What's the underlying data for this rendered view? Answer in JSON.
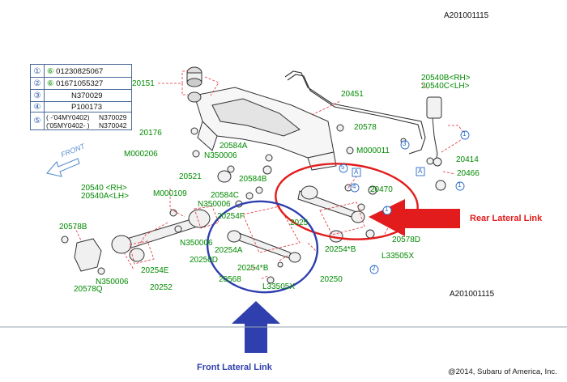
{
  "diagram_id_top": "A201001115",
  "diagram_id_bottom": "A201001115",
  "copyright": "@2014, Subaru of America, Inc.",
  "callouts": {
    "rear_lateral_link": "Rear Lateral Link",
    "front_lateral_link": "Front Lateral Link"
  },
  "legend": [
    {
      "num": "1",
      "sub": "6",
      "value": "01230825067"
    },
    {
      "num": "2",
      "sub": "6",
      "value": "01671055327"
    },
    {
      "num": "3",
      "sub": "",
      "value": "N370029"
    },
    {
      "num": "4",
      "sub": "",
      "value": "P100173"
    },
    {
      "num": "5",
      "sub": "",
      "row1_a": "( -'04MY0402)",
      "row1_b": "N370029",
      "row2_a": "('05MY0402- )",
      "row2_b": "N370042"
    }
  ],
  "front_arrow_label": "FRONT",
  "part_labels": {
    "p20151": "20151",
    "p20451": "20451",
    "p20540b": "20540B<RH>",
    "p20540c": "20540C<LH>",
    "p20176": "20176",
    "p20578a": "20578",
    "pm000206": "M000206",
    "p20584a": "20584A",
    "pn350006a": "N350006",
    "pm000011": "M000011",
    "p20414": "20414",
    "p20466": "20466",
    "p20521": "20521",
    "p20584b": "20584B",
    "p20470": "20470",
    "p20540": "20540 <RH>",
    "p20540a": "20540A<LH>",
    "pm000109": "M000109",
    "p20584c": "20584C",
    "pn350006b": "N350006",
    "p20254f": "20254F",
    "p20578b": "20578B",
    "p2025x": "2025",
    "p20578d": "20578D",
    "pn350006c": "N350006",
    "p20254a": "20254A",
    "p20254b": "20254*B",
    "pl33505x_r": "L33505X",
    "p20250d": "20250D",
    "p20254e": "20254E",
    "p20254b2": "20254*B",
    "pn350006d": "N350006",
    "p20568": "20568",
    "pl33505x_f": "L33505X",
    "p20250": "20250",
    "p20578q": "20578Q",
    "p20252": "20252"
  },
  "circle_refs": {
    "r1a": "1",
    "r1b": "1",
    "r1c": "1",
    "r2": "2",
    "r4": "4",
    "r5": "5",
    "r3": "3"
  },
  "square_refs": {
    "sa1": "A",
    "sa2": "A"
  },
  "colors": {
    "red_callout": "#e21c1c",
    "blue_callout": "#2f3fae",
    "part_code_green": "#008a00",
    "leader_red": "#e0303a",
    "ref_blue": "#2a6ac8"
  }
}
